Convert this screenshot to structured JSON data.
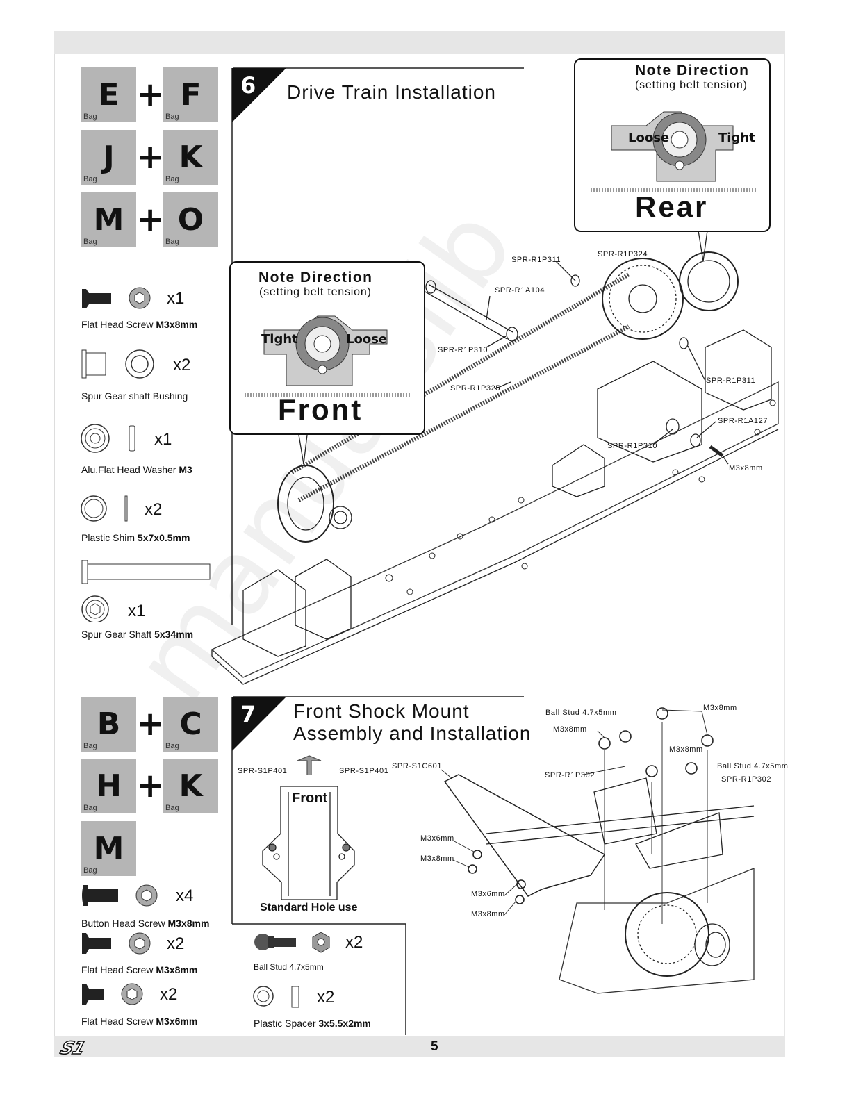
{
  "page": {
    "number": "5",
    "logo": "S1"
  },
  "step6": {
    "number": "6",
    "title": "Drive Train Installation",
    "bags": [
      {
        "left": "E",
        "right": "F"
      },
      {
        "left": "J",
        "right": "K"
      },
      {
        "left": "M",
        "right": "O"
      }
    ],
    "bag_label": "Bag",
    "plus": "+",
    "parts": [
      {
        "qty": "x1",
        "name": "Flat Head Screw ",
        "size": "M3x8mm",
        "icon_a": "flat-head-screw-icon",
        "icon_b": "hex-nut-icon"
      },
      {
        "qty": "x2",
        "name": "Spur Gear shaft Bushing",
        "size": "",
        "icon_a": "bushing-side-icon",
        "icon_b": "bushing-ring-icon"
      },
      {
        "qty": "x1",
        "name": "Alu.Flat Head Washer ",
        "size": "M3",
        "icon_a": "washer-icon",
        "icon_b": "washer-side-icon"
      },
      {
        "qty": "x2",
        "name": "Plastic Shim ",
        "size": "5x7x0.5mm",
        "icon_a": "shim-icon",
        "icon_b": "shim-side-icon"
      },
      {
        "qty": "x1",
        "name": "Spur Gear Shaft ",
        "size": "5x34mm",
        "icon_a": "shaft-icon",
        "icon_b": "shaft-end-icon"
      }
    ],
    "callout_front": {
      "title": "Note Direction",
      "sub": "(setting belt tension)",
      "big": "Front",
      "tag_left": "Tight",
      "tag_right": "Loose"
    },
    "callout_rear": {
      "title": "Note Direction",
      "sub": "(setting belt tension)",
      "big": "Rear",
      "tag_left": "Loose",
      "tag_right": "Tight"
    },
    "part_labels": {
      "p1": "SPR-R1P311",
      "p2": "SPR-R1P324",
      "p3": "SPR-R1A104",
      "p4": "SPR-R1P310",
      "p5": "SPR-R1P325",
      "p6": "SPR-R1P311",
      "p7": "SPR-R1A127",
      "p8": "SPR-R1P310",
      "p9": "M3x8mm"
    }
  },
  "step7": {
    "number": "7",
    "title_line1": "Front Shock Mount",
    "title_line2": "Assembly and Installation",
    "bags": [
      {
        "left": "B",
        "right": "C"
      },
      {
        "left": "H",
        "right": "K"
      },
      {
        "left": "M",
        "right": ""
      }
    ],
    "parts": [
      {
        "qty": "x4",
        "name": "Button Head Screw ",
        "size": "M3x8mm"
      },
      {
        "qty": "x2",
        "name": "Flat Head Screw ",
        "size": "M3x8mm"
      },
      {
        "qty": "x2",
        "name": "Flat Head Screw ",
        "size": "M3x6mm"
      }
    ],
    "parts_mid": [
      {
        "qty": "x2",
        "name": "Ball Stud 4.7x5mm",
        "size": ""
      },
      {
        "qty": "x2",
        "name": "Plastic Spacer ",
        "size": "3x5.5x2mm"
      }
    ],
    "detail": {
      "front": "Front",
      "std": "Standard Hole use",
      "lbl_left": "SPR-S1P401",
      "lbl_right": "SPR-S1P401"
    },
    "part_labels": {
      "a1": "SPR-S1C601",
      "a2": "Ball Stud 4.7x5mm",
      "a3": "M3x8mm",
      "a4": "M3x8mm",
      "a5": "M3x8mm",
      "a6": "SPR-R1P302",
      "a7": "Ball Stud 4.7x5mm",
      "a8": "SPR-R1P302",
      "a9": "M3x6mm",
      "a10": "M3x8mm",
      "a11": "M3x6mm",
      "a12": "M3x8mm"
    }
  }
}
